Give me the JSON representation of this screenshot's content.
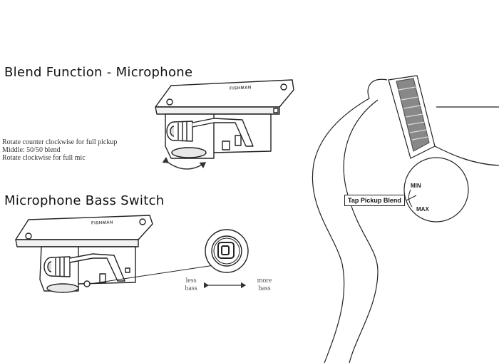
{
  "blend_section": {
    "title": "Blend Function - Microphone",
    "instructions": [
      "Rotate counter clockwise for full pickup",
      "Middle: 50/50 blend",
      "Rotate clockwise for full mic"
    ]
  },
  "bass_section": {
    "title": "Microphone Bass Switch",
    "less_label": [
      "less",
      "bass"
    ],
    "more_label": [
      "more",
      "bass"
    ]
  },
  "guitar_diagram": {
    "callout": "Tap Pickup Blend",
    "knob_min": "MIN",
    "knob_max": "MAX"
  },
  "brand_text": "FISHMAN"
}
